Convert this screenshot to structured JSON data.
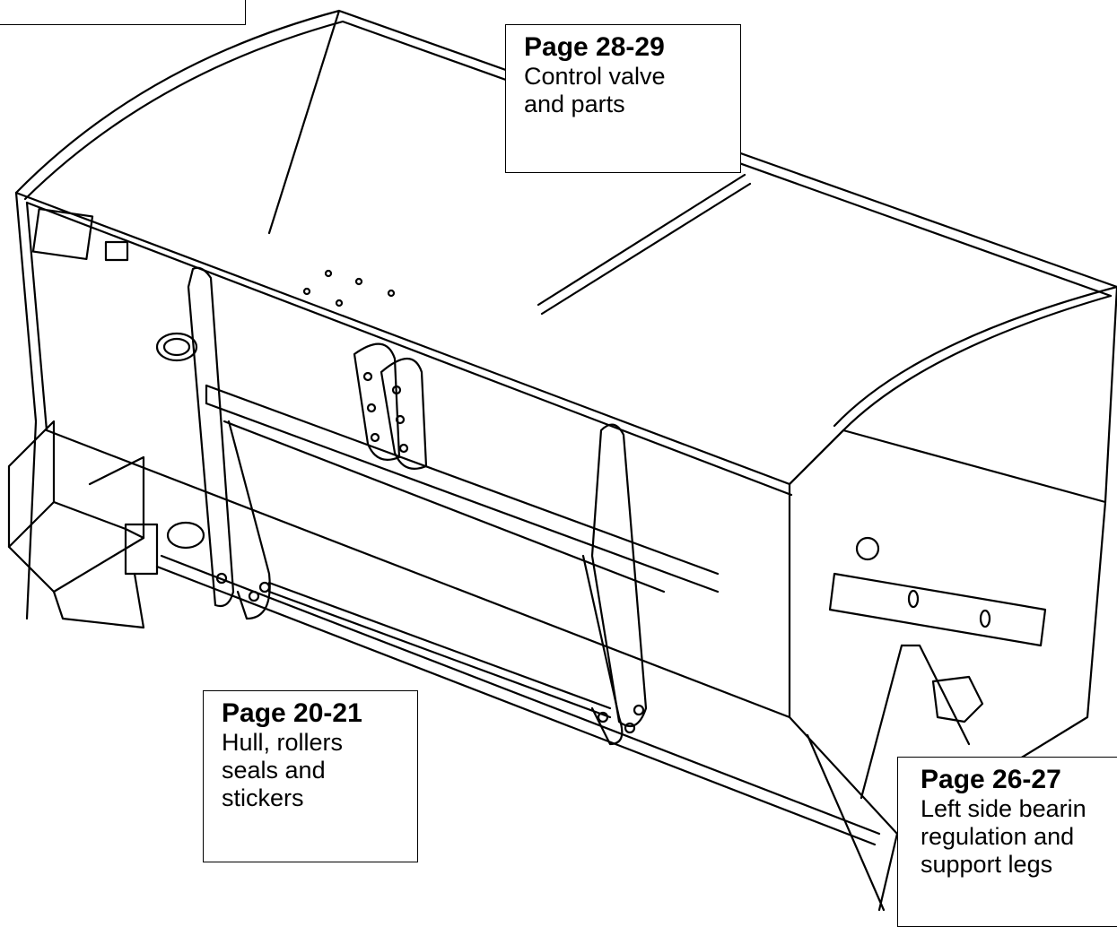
{
  "callouts": [
    {
      "id": "valve",
      "page": "Page 28-29",
      "desc": "Control valve\nand parts"
    },
    {
      "id": "hull",
      "page": "Page 20-21",
      "desc": "Hull, rollers\nseals and\nstickers"
    },
    {
      "id": "left",
      "page": "Page 26-27",
      "desc": "Left side bearin\nregulation and\nsupport legs"
    }
  ],
  "colors": {
    "line": "#000000",
    "fill": "#ffffff"
  }
}
